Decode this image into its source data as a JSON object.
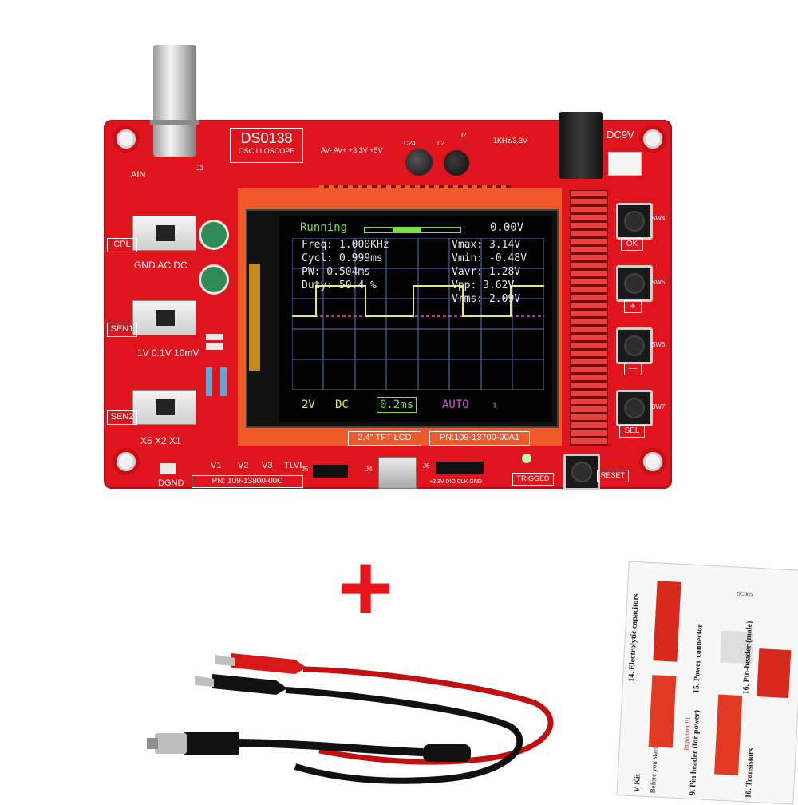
{
  "board": {
    "model": "DS0138",
    "subtitle": "OSCILLOSCOPE",
    "power_label": "DC9V",
    "pn_bottom": "PN: 109-13800-00C",
    "pn_lcd": "PN:109-13700-00A1",
    "lcd_label": "2.4\" TFT LCD",
    "jumper_j1": "J1",
    "ain": "AIN",
    "sw_cpl": "CPL",
    "cpl_opts": "GND AC DC",
    "sw_sen1": "SEN1",
    "sen1_opts": "1V 0.1V 10mV",
    "sw_sen2": "SEN2",
    "sen2_opts": "X5 X2 X1",
    "dgnd": "DGND",
    "test_v1": "V1",
    "test_v2": "V2",
    "test_v3": "V3",
    "tlvl": "TLVL",
    "trigged": "TRIGGED",
    "reset": "RESET",
    "btn_ok": "OK",
    "btn_plus": "+",
    "btn_minus": "—",
    "btn_sel": "SEL",
    "sw4": "SW4",
    "sw5": "SW5",
    "sw6": "SW6",
    "sw7": "SW7",
    "freq_src": "1KHz/3.3V",
    "rail_labels": "AV-  AV+  +3.3V  +5V",
    "c24": "C24",
    "l2": "L2",
    "j2": "J2",
    "j6_pins": "+3.3V DIO CLK GND",
    "j5": "J5",
    "j4": "J4",
    "j6": "J6"
  },
  "scope": {
    "status": "Running",
    "offset": "0.00V",
    "freq": "Freq: 1.000KHz",
    "cycl": "Cycl: 0.999ms",
    "pw": "PW:   0.504ms",
    "duty": "Duty: 50.4 %",
    "vmax": "Vmax:  3.14V",
    "vmin": "Vmin: -0.48V",
    "vavr": "Vavr:  1.28V",
    "vpp": "Vpp:   3.62V",
    "vrms": "Vrms:  2.09V",
    "volt_div": "2V",
    "coupling": "DC",
    "time_div": "0.2ms",
    "trigger_mode": "AUTO",
    "trigger_edge": "↿"
  },
  "plus_sign": "+",
  "manual": {
    "sec14": "14. Electrolytic capacitors",
    "sec15": "15. Power connector",
    "sec16": "16. Pin-header (male)",
    "sec9": "9. Pin header (for power)",
    "sec10": "10. Transistors",
    "important": "Important !!!",
    "before": "Before you start",
    "kit": "V Kit",
    "dc_label": "DC005"
  },
  "colors": {
    "pcb": "#e0141c",
    "screen_text": "#e8e8e8",
    "status_green": "#7ddf4a",
    "trace_yellow": "#e8e85a",
    "cursor_pink": "#e64fd6",
    "grid_blue": "#5a73c8"
  }
}
